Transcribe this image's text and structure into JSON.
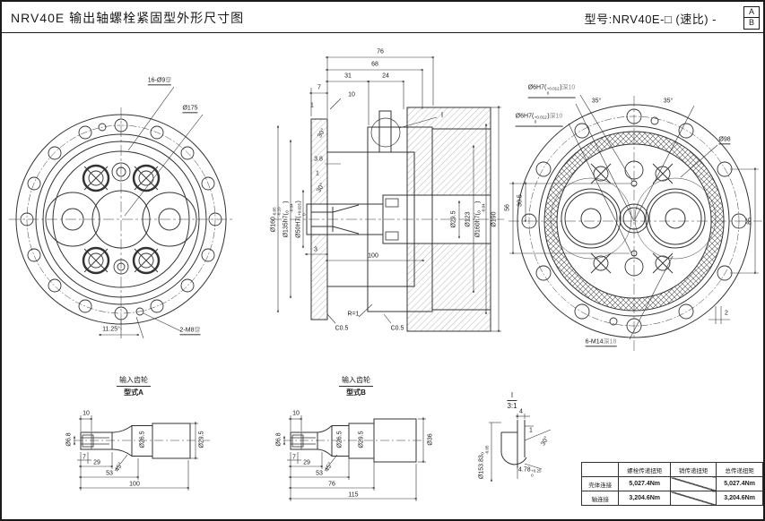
{
  "header": {
    "title": "NRV40E 输出轴螺栓紧固型外形尺寸图",
    "model_label": "型号:NRV40E-□ (速比) -",
    "variant_a": "A",
    "variant_b": "B"
  },
  "front_view": {
    "bolt_holes": "16-Ø9",
    "bolt_holes_suffix": "穿",
    "flange_dia": "Ø175",
    "index_angle": "11.25°",
    "pin_holes": "2-M8",
    "pin_holes_suffix": "穿"
  },
  "section_view": {
    "dims": {
      "d76": "76",
      "d68": "68",
      "d31": "31",
      "d24": "24",
      "d7": "7",
      "d10": "10",
      "d1a": "1",
      "a30a": "30°",
      "d38": "3.8",
      "d1b": "1",
      "a30b": "30°",
      "d3": "3",
      "d100": "100",
      "r1": "R=1",
      "c05a": "C0.5",
      "c05b": "C0.5",
      "detail_ref": "I"
    },
    "dia_160": {
      "base": "Ø160",
      "sup": "-0.05",
      "sub": "-0.10"
    },
    "dia_135": {
      "base": "Ø135h7(",
      "sup": "0",
      "sub": "-0.04",
      "tail": ")"
    },
    "dia_50": {
      "base": "Ø50H7(",
      "sup": "+0.025",
      "sub": "0",
      "tail": ")"
    },
    "dia_295": "Ø29.5",
    "dia_123": "Ø123",
    "dia_160h7": {
      "base": "Ø160h7(",
      "sup": "0",
      "sub": "-0.04",
      "tail": ")"
    },
    "dia_190": "Ø190"
  },
  "rear_view": {
    "pin_hole": {
      "base": "Ø6H7(",
      "sup": "+0.012",
      "sub": "0",
      "tail": ")"
    },
    "pin_hole_depth": "深10",
    "a35_left": "35°",
    "a35_right": "35°",
    "dia_98": "Ø98",
    "d56": "56",
    "d305": "30.5",
    "d85": "85",
    "d2": "2",
    "tap_holes": "6-M14",
    "tap_holes_depth": "深18"
  },
  "shaft_a": {
    "title_top": "输入齿轮",
    "title_bottom": "型式A",
    "d10": "10",
    "dia68": "Ø6.8",
    "d7": "7",
    "d29": "29",
    "a45": "45°",
    "d53": "53",
    "d100": "100",
    "dia265": "Ø26.5",
    "dia295": "Ø29.5"
  },
  "shaft_b": {
    "title_top": "输入齿轮",
    "title_bottom": "型式B",
    "d10": "10",
    "dia68": "Ø6.8",
    "d7": "7",
    "d29": "29",
    "a45": "45°",
    "d53": "53",
    "d76": "76",
    "d115": "115",
    "dia265": "Ø26.5",
    "dia295": "Ø29.5",
    "dia36": "Ø36"
  },
  "detail_i": {
    "label": "I",
    "scale": "3:1",
    "d4": "4",
    "d1": "1",
    "a30": "30°",
    "d478": {
      "base": "4.78",
      "sup": "+0.25",
      "sub": "0"
    },
    "dia15383": {
      "base": "Ø153.83",
      "sup": "0",
      "sub": "-0.05"
    }
  },
  "table": {
    "headers": [
      "",
      "螺栓传递扭矩",
      "销传递扭矩",
      "总传递扭矩"
    ],
    "rows": [
      {
        "label": "壳体连接",
        "bolt": "5,027.4Nm",
        "total": "5,027.4Nm"
      },
      {
        "label": "轴连接",
        "bolt": "3,204.6Nm",
        "total": "3,204.6Nm"
      }
    ]
  },
  "colors": {
    "line": "#333333",
    "text": "#1a1a1a",
    "gray_text": "#8a8a8a",
    "bg": "#ffffff"
  }
}
